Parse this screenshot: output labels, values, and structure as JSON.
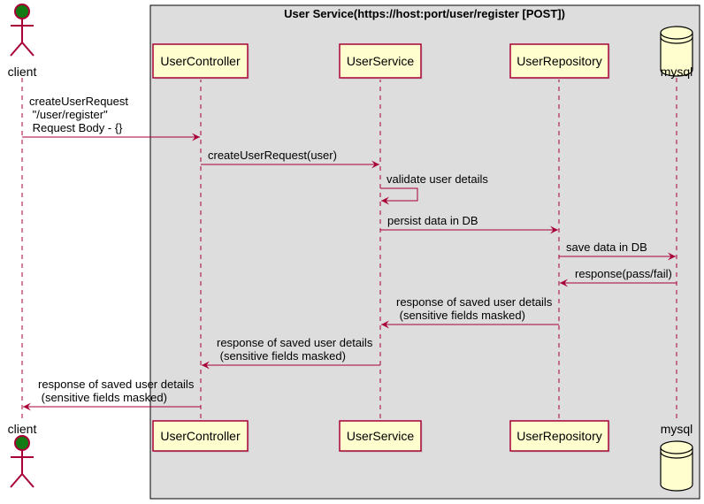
{
  "group": {
    "title": "User Service(https://host:port/user/register [POST])"
  },
  "participants": [
    {
      "id": "client",
      "label": "client",
      "kind": "actor"
    },
    {
      "id": "controller",
      "label": "UserController",
      "kind": "participant"
    },
    {
      "id": "service",
      "label": "UserService",
      "kind": "participant"
    },
    {
      "id": "repository",
      "label": "UserRepository",
      "kind": "participant"
    },
    {
      "id": "mysql",
      "label": "mysql",
      "kind": "database"
    }
  ],
  "messages": [
    {
      "from": "client",
      "to": "controller",
      "lines": [
        "createUserRequest",
        " \"/user/register\"",
        " Request Body - {}"
      ]
    },
    {
      "from": "controller",
      "to": "service",
      "lines": [
        "createUserRequest(user)"
      ]
    },
    {
      "from": "service",
      "to": "service",
      "lines": [
        "validate user details"
      ]
    },
    {
      "from": "service",
      "to": "repository",
      "lines": [
        "persist data in DB"
      ]
    },
    {
      "from": "repository",
      "to": "mysql",
      "lines": [
        "save data in DB"
      ]
    },
    {
      "from": "mysql",
      "to": "repository",
      "lines": [
        "response(pass/fail)"
      ]
    },
    {
      "from": "repository",
      "to": "service",
      "lines": [
        "response of saved user details",
        " (sensitive fields masked)"
      ]
    },
    {
      "from": "service",
      "to": "controller",
      "lines": [
        "response of saved user details",
        " (sensitive fields masked)"
      ]
    },
    {
      "from": "controller",
      "to": "client",
      "lines": [
        "response of saved user details",
        " (sensitive fields masked)"
      ]
    }
  ],
  "colors": {
    "actor_head": "#137A13",
    "actor_stroke": "#A80036",
    "participant_fill": "#FEFECE",
    "participant_stroke": "#A80036",
    "arrow": "#A80036",
    "group_fill": "#DDDDDD",
    "group_stroke": "#000000",
    "lifeline": "#A80036"
  }
}
